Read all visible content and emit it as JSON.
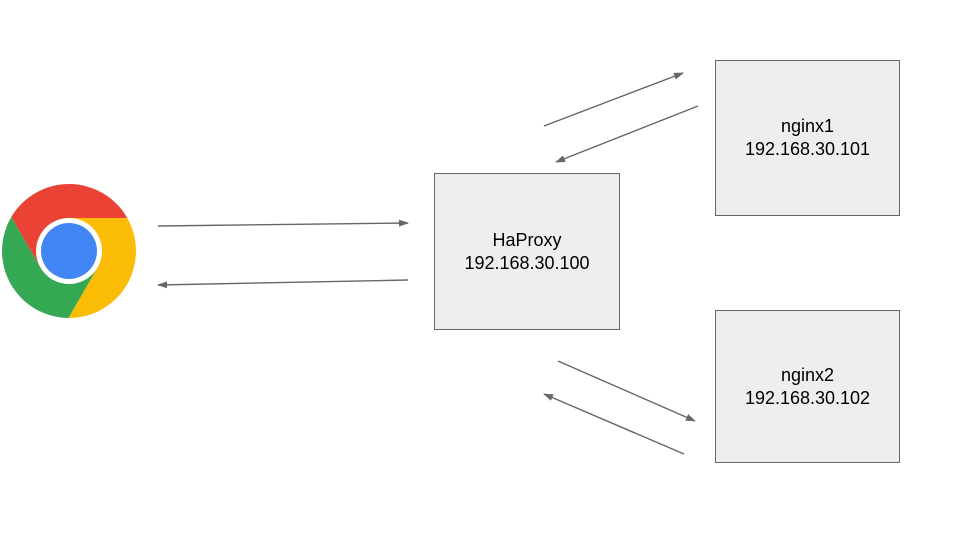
{
  "diagram_type": "load-balancer-network-diagram",
  "nodes": {
    "client": {
      "icon": "chrome-browser-icon"
    },
    "haproxy": {
      "name": "HaProxy",
      "ip": "192.168.30.100"
    },
    "nginx1": {
      "name": "nginx1",
      "ip": "192.168.30.101"
    },
    "nginx2": {
      "name": "nginx2",
      "ip": "192.168.30.102"
    }
  },
  "edges": [
    {
      "from": "client",
      "to": "haproxy"
    },
    {
      "from": "haproxy",
      "to": "client"
    },
    {
      "from": "haproxy",
      "to": "nginx1"
    },
    {
      "from": "nginx1",
      "to": "haproxy"
    },
    {
      "from": "haproxy",
      "to": "nginx2"
    },
    {
      "from": "nginx2",
      "to": "haproxy"
    }
  ],
  "colors": {
    "background": "#ffffff",
    "box_fill": "#eeeeee",
    "box_border": "#666666",
    "text": "#000000",
    "arrow": "#666666",
    "chrome_red": "#EA4335",
    "chrome_yellow": "#FBBC05",
    "chrome_green": "#34A853",
    "chrome_blue": "#4285F4",
    "chrome_ring": "#ffffff"
  }
}
